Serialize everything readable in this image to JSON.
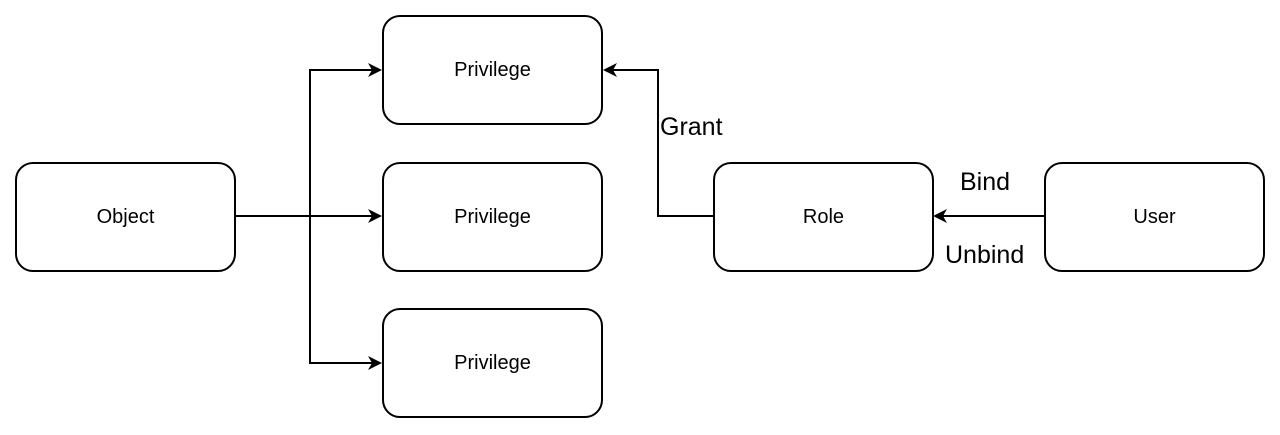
{
  "diagram": {
    "nodes": {
      "object": "Object",
      "privilege_1": "Privilege",
      "privilege_2": "Privilege",
      "privilege_3": "Privilege",
      "role": "Role",
      "user": "User"
    },
    "edges": {
      "grant": "Grant",
      "bind": "Bind",
      "unbind": "Unbind"
    },
    "colors": {
      "stroke": "#000000",
      "fill": "#ffffff"
    }
  }
}
